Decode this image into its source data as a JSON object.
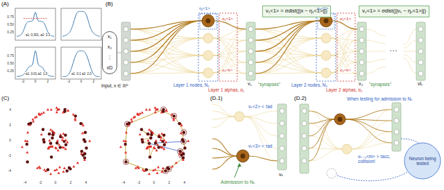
{
  "diagram": {
    "nodes": [
      {
        "text": [
          "x₁",
          "x₂",
          "⋮",
          "xD"
        ]
      },
      {
        "text": [
          "v₁<1> = σdist(||x − η₁<1>||)"
        ]
      },
      {
        "text": [
          "v₂<1> = σdist(||v₁ − η₂<1>||)"
        ]
      },
      {
        "text": [
          "Neuron being tested"
        ]
      }
    ],
    "labels": [
      "(A)",
      "a1: 0.301, a2: 3.3",
      "a1: 0.01 a2: 1.0",
      "a1: 0.1 a2: 2.0",
      "0.75",
      "0.50",
      "0.25",
      "0.75",
      "0.50",
      "0.25",
      "-2",
      "0",
      "2",
      "-2",
      "0",
      "2",
      "(B)",
      "Input, x ∈ ℝᴰ",
      "η₁<1>",
      "α₁<1>",
      "α₁<k>",
      "Layer 1 nodes, N₁",
      "Layer 1 alphas, α₁",
      "v₁",
      "\"synapses\"",
      "η₂<1>",
      "α₂<1>",
      "α₂<k>",
      "Layer 2 nodes, N₂",
      "Layer 2 alphas, α₂",
      "v₂",
      "\"synapses\"",
      "…",
      "vL",
      "(C)",
      "4",
      "2",
      "0",
      "-2",
      "-4",
      "-4",
      "-2",
      "0",
      "2",
      "4",
      "-4",
      "-2",
      "0",
      "2",
      "4",
      "(D.1)",
      "vₖ<2> < τad",
      "vₖ<3> < τad",
      "vₖ",
      "Admission to Nₖ",
      "(D.2)",
      "When testing for admission to Nₖ",
      "vₖ₋₁<m> > τacc, collision!"
    ]
  }
}
